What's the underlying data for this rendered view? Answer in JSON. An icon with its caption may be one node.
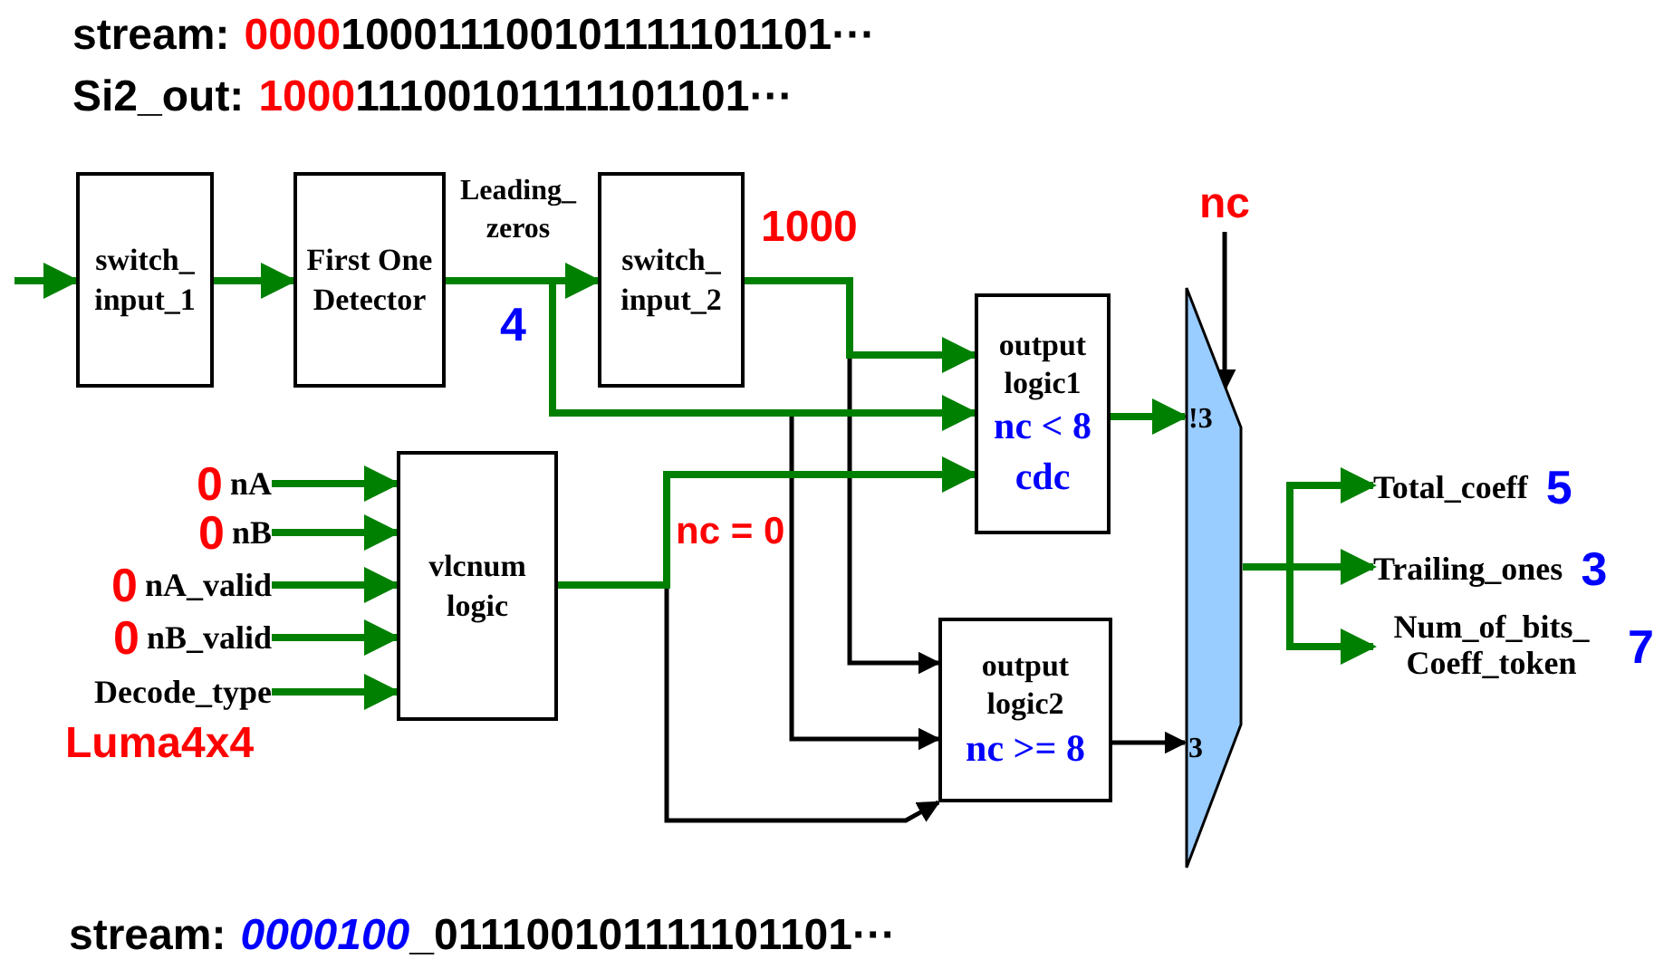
{
  "diagram": {
    "nodes": [
      {
        "text": [
          "switch_ input_1"
        ]
      },
      {
        "text": [
          "First One Detector"
        ]
      },
      {
        "text": [
          "switch_ input_2"
        ]
      },
      {
        "text": [
          "output logic1",
          "nc < 8",
          "cdc"
        ]
      },
      {
        "text": [
          "vlcnum logic"
        ]
      },
      {
        "text": [
          "output logic2",
          "nc >= 8"
        ]
      },
      {
        "text": [
          "!3",
          "3"
        ]
      },
      {
        "text": [
          "Total_coeff"
        ],
        "beside": [
          "5"
        ]
      },
      {
        "text": [
          "Trailing_ones"
        ],
        "beside": [
          "3"
        ]
      },
      {
        "text": [
          "Num_of_bits_ Coeff_token"
        ],
        "beside": [
          "7"
        ]
      },
      {
        "text": [
          "nA"
        ],
        "beside": [
          "0"
        ]
      },
      {
        "text": [
          "nB"
        ],
        "beside": [
          "0"
        ]
      },
      {
        "text": [
          "nA_valid"
        ],
        "beside": [
          "0"
        ]
      },
      {
        "text": [
          "nB_valid"
        ],
        "beside": [
          "0"
        ]
      },
      {
        "text": [
          "Decode_type"
        ],
        "beside": [
          "Luma4x4"
        ]
      },
      {
        "text": [
          "nc"
        ]
      }
    ],
    "edges": [
      {
        "from": null,
        "to": 0,
        "arrow": "to"
      },
      {
        "from": 0,
        "to": 1,
        "arrow": "to"
      },
      {
        "from": 1,
        "to": 2,
        "arrow": "to",
        "label": "Leading_ zeros"
      },
      {
        "from": 1,
        "to": 3,
        "arrow": "to"
      },
      {
        "from": 2,
        "to": 3,
        "arrow": "to"
      },
      {
        "from": 2,
        "to": 5,
        "arrow": "to",
        "color": "#000000"
      },
      {
        "from": 1,
        "to": 5,
        "arrow": "to",
        "color": "#000000"
      },
      {
        "from": 4,
        "to": 3,
        "arrow": "to"
      },
      {
        "from": 4,
        "to": 5,
        "arrow": "to",
        "color": "#000000"
      },
      {
        "from": 3,
        "to": 6,
        "arrow": "to"
      },
      {
        "from": 5,
        "to": 6,
        "arrow": "to",
        "color": "#000000"
      },
      {
        "from": 15,
        "to": 6,
        "arrow": "to",
        "color": "#000000"
      },
      {
        "from": 6,
        "to": 7,
        "arrow": "to"
      },
      {
        "from": 6,
        "to": 8,
        "arrow": "to"
      },
      {
        "from": 6,
        "to": 9,
        "arrow": "to"
      },
      {
        "from": 10,
        "to": 4,
        "arrow": "to"
      },
      {
        "from": 11,
        "to": 4,
        "arrow": "to"
      },
      {
        "from": 12,
        "to": 4,
        "arrow": "to"
      },
      {
        "from": 13,
        "to": 4,
        "arrow": "to"
      },
      {
        "from": 14,
        "to": 4,
        "arrow": "to"
      }
    ],
    "labels": [
      "stream:",
      "0000",
      "100011100101111101101···",
      "Si2_out:",
      "1000",
      "11100101111101101···",
      "4",
      "1000",
      "nc = 0",
      "stream:",
      "0000100",
      "_011100101111101101···"
    ]
  }
}
